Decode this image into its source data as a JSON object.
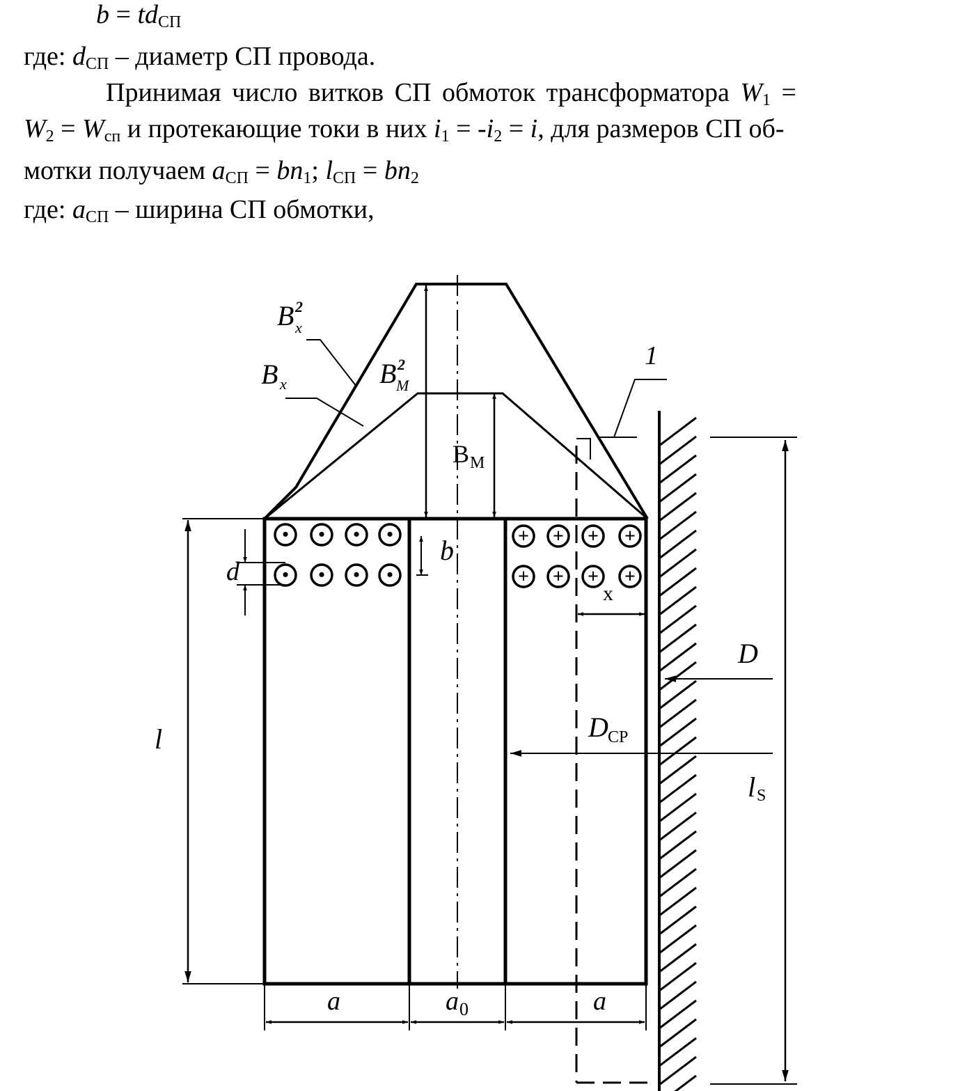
{
  "text": {
    "l1": {
      "b": "b",
      "eq": " = ",
      "t": "td",
      "sub": "СП"
    },
    "l2": {
      "pre": "где: ",
      "d": "d",
      "sub": "СП",
      "post": " – диаметр СП провода."
    },
    "l3": {
      "txt": "Принимая число витков СП обмоток трансформатора ",
      "W": "W",
      "sub": "1",
      "post": " ="
    },
    "l4": {
      "W2": "W",
      "sub2": "2",
      "eq1": " = ",
      "W": "W",
      "subSp": "сп",
      "mid": " и протекающие токи в них ",
      "i1": "i",
      "sub1": "1",
      "eq2": " = -",
      "i2": "i",
      "sub2b": "2",
      "eq3": " = ",
      "i": "i",
      "post": ", для размеров СП об-"
    },
    "l5": {
      "pre": "мотки получаем ",
      "a": "a",
      "subA": "СП",
      "eq1": " = ",
      "bn1": "bn",
      "s1": "1",
      "sep": "; ",
      "l": "l",
      "subL": "СП",
      "eq2": " = ",
      "bn2": "bn",
      "s2": "2"
    },
    "l6": {
      "pre": "где: ",
      "a": "a",
      "sub": "СП",
      "post": " – ширина СП обмотки,"
    }
  },
  "diagram": {
    "label_Bx2_base": "B",
    "label_Bx2_sup": "2",
    "label_Bx2_sub": "x",
    "label_Bx_base": "B",
    "label_Bx_sub": "x",
    "label_BM2_base": "B",
    "label_BM2_sup": "2",
    "label_BM2_sub": "M",
    "label_BM_base": "B",
    "label_BM_sub": "M",
    "label_1": "1",
    "label_b": "b",
    "label_d": "d",
    "label_x": "x",
    "label_D": "D",
    "label_Dcp_base": "D",
    "label_Dcp_sub": "CP",
    "label_l": "l",
    "label_ls_base": "l",
    "label_ls_sub": "S",
    "label_a_left": "a",
    "label_a0_base": "a",
    "label_a0_sub": "0",
    "label_a_right": "a",
    "dot_symbol": "•",
    "plus_symbol": "+"
  }
}
